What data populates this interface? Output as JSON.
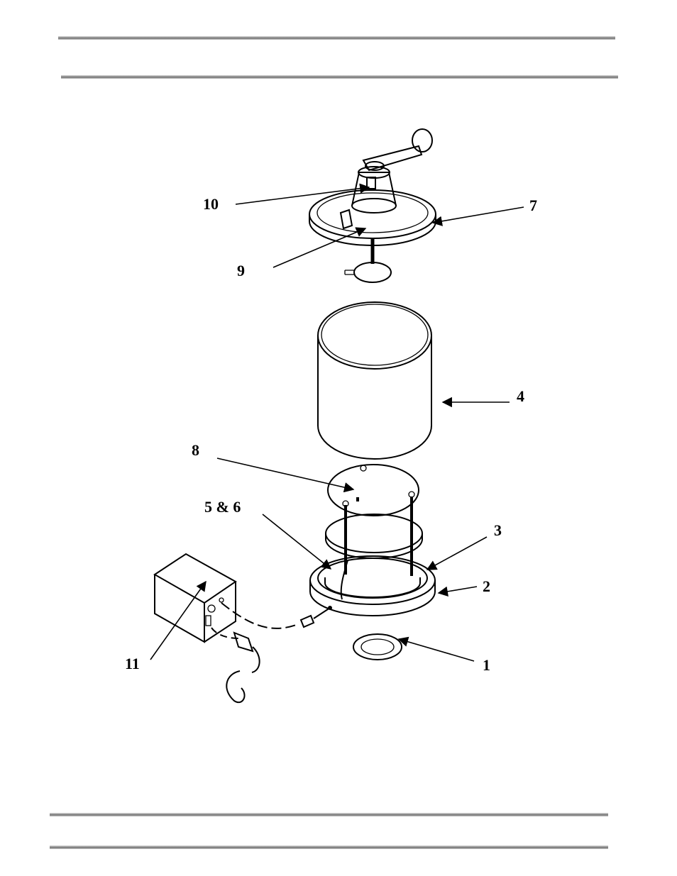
{
  "callouts": [
    {
      "id": "1",
      "label": "1"
    },
    {
      "id": "2",
      "label": "2"
    },
    {
      "id": "3",
      "label": "3"
    },
    {
      "id": "4",
      "label": "4"
    },
    {
      "id": "5-6",
      "label": "5 & 6"
    },
    {
      "id": "7",
      "label": "7"
    },
    {
      "id": "8",
      "label": "8"
    },
    {
      "id": "9",
      "label": "9"
    },
    {
      "id": "10",
      "label": "10"
    },
    {
      "id": "11",
      "label": "11"
    }
  ]
}
